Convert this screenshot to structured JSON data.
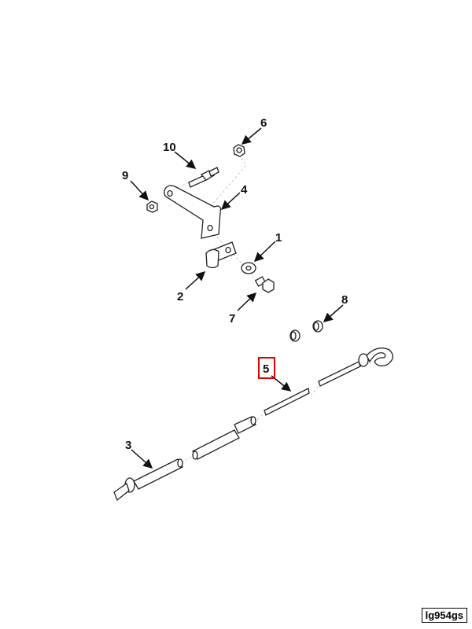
{
  "callouts": {
    "c1": "1",
    "c2": "2",
    "c3": "3",
    "c4": "4",
    "c5": "5",
    "c6": "6",
    "c7": "7",
    "c8": "8",
    "c9": "9",
    "c10": "10"
  },
  "highlight_color": "#e00000",
  "figure_id": "lg954gs"
}
